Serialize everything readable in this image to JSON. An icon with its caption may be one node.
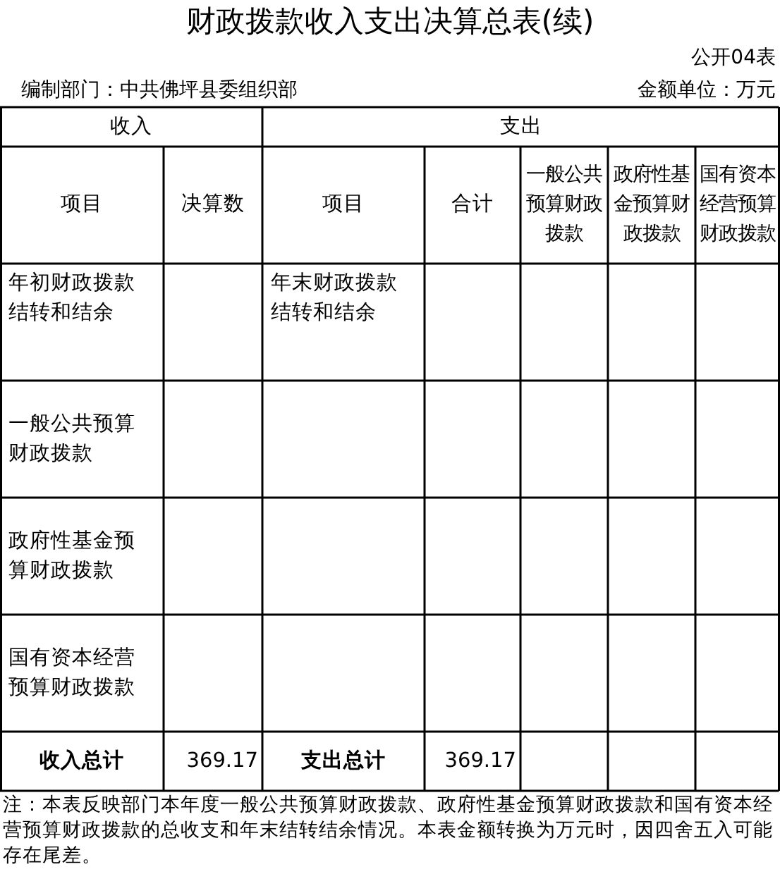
{
  "diagram": {
    "title": "财政拨款收入支出决算总表(续)",
    "labels": [
      "公开04表",
      "编制部门：中共佛坪县委组织部",
      "金额单位：万元",
      "收入",
      "支出",
      "项目",
      "决算数",
      "项目",
      "合计",
      "一般公共预算财政拨款",
      "政府性基金预算财政拨款",
      "国有资本经营预算财政拨款",
      "年初财政拨款结转和结余",
      "年末财政拨款结转和结余",
      "一般公共预算财政拨款",
      "政府性基金预算财政拨款",
      "国有资本经营预算财政拨款",
      "收入总计",
      "369.17",
      "支出总计",
      "369.17",
      "注：本表反映部门本年度一般公共预算财政拨款、政府性基金预算财政拨款和国有资本经营预算财政拨款的总收支和年末结转结余情况。本表金额转换为万元时，因四舍五入可能存在尾差。"
    ]
  }
}
